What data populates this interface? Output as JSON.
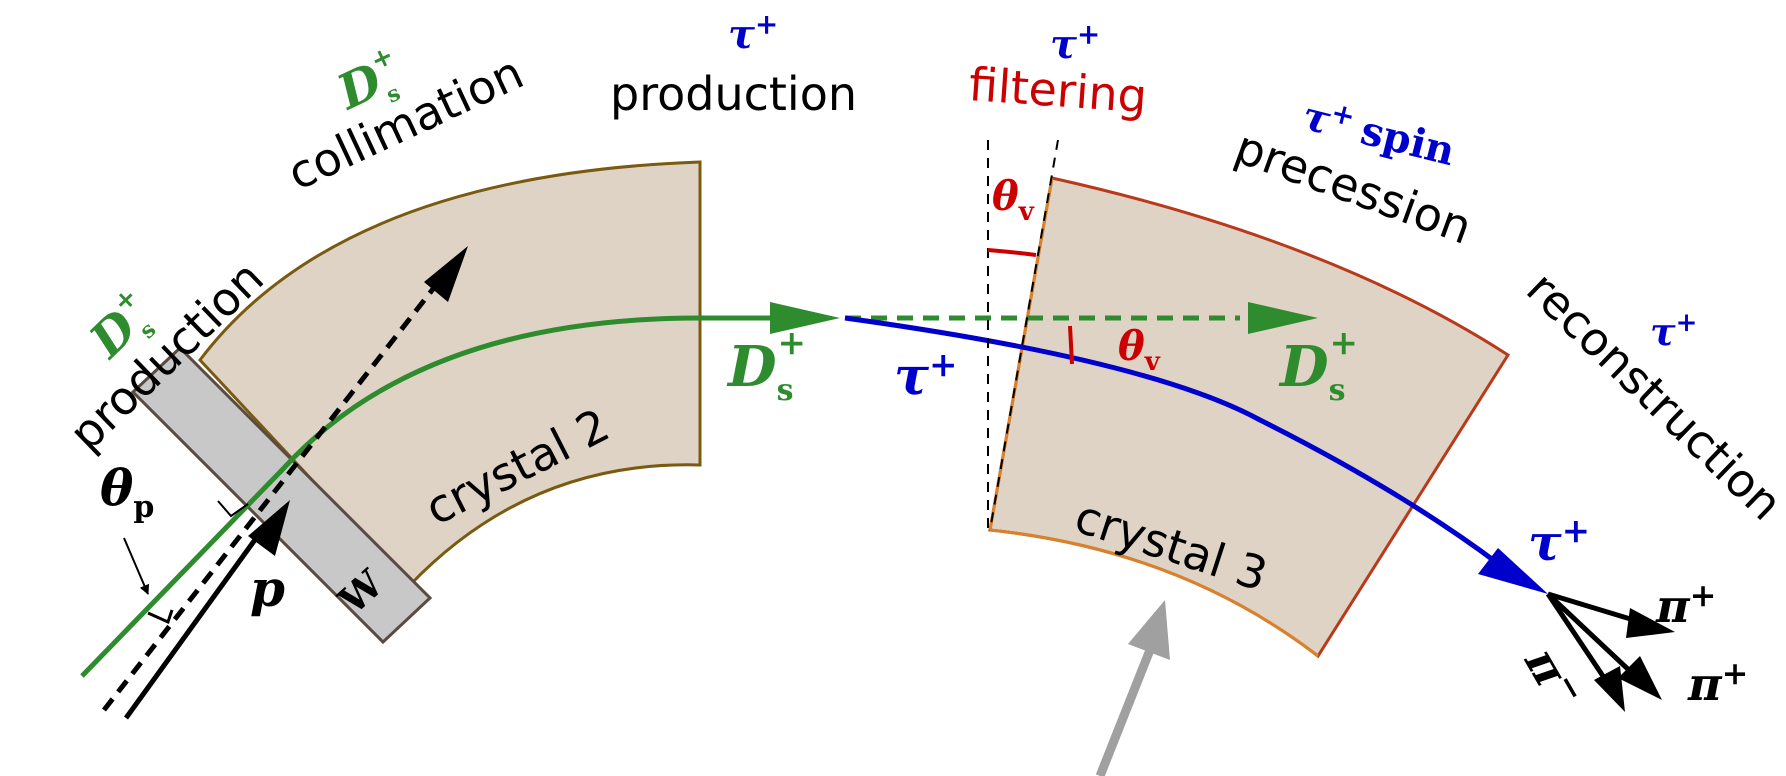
{
  "labels": {
    "ds_production": {
      "particle": "D",
      "sup": "+",
      "sub": "s",
      "text": "production"
    },
    "ds_collimation": {
      "particle": "D",
      "sup": "+",
      "sub": "s",
      "text": "collimation"
    },
    "tau_production": {
      "particle": "τ",
      "sup": "+",
      "text": "production"
    },
    "tau_filtering": {
      "particle": "τ",
      "sup": "+",
      "text": "filtering"
    },
    "tau_spin": {
      "particle": "τ",
      "sup": "+",
      "word": "spin",
      "text": "precession"
    },
    "tau_reconstruction": {
      "particle": "τ",
      "sup": "+",
      "text": "reconstruction"
    },
    "crystal2": "crystal 2",
    "crystal3": "crystal 3",
    "target": "W",
    "proton": "p",
    "theta_p": {
      "sym": "θ",
      "sub": "p"
    },
    "theta_v": {
      "sym": "θ",
      "sub": "v"
    },
    "ds_track1": {
      "particle": "D",
      "sup": "+",
      "sub": "s"
    },
    "ds_track2": {
      "particle": "D",
      "sup": "+",
      "sub": "s"
    },
    "tau_track": {
      "particle": "τ",
      "sup": "+"
    },
    "tau_decay": {
      "particle": "τ",
      "sup": "+"
    },
    "pion1": {
      "particle": "π",
      "sup": "+"
    },
    "pion2": {
      "particle": "π",
      "sup": "+"
    },
    "pion3": {
      "particle": "π",
      "sup": "−"
    }
  },
  "colors": {
    "ds_green": "#2e8b2e",
    "tau_blue": "#0000cc",
    "filter_red": "#cc0000",
    "crystal_fill": "#dfd3c5",
    "crystal2_edge": "#7a5a10",
    "crystal3_edge_outer": "#b83a1a",
    "crystal3_edge_inner": "#d9822b",
    "target_fill": "#c8c8c8",
    "detector_arrow": "#a0a0a0"
  }
}
